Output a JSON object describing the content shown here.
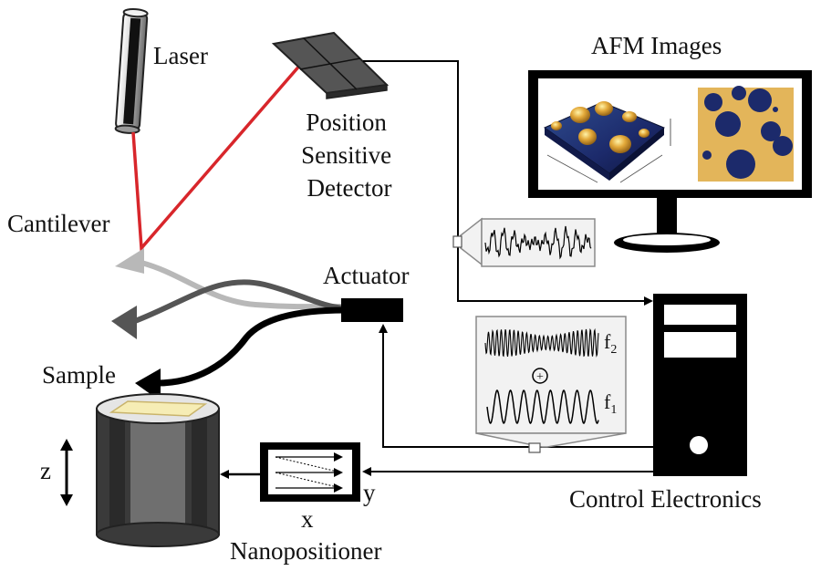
{
  "labels": {
    "laser": "Laser",
    "psd": [
      "Position",
      "Sensitive",
      "Detector"
    ],
    "afm_images": "AFM Images",
    "cantilever": "Cantilever",
    "actuator": "Actuator",
    "sample": "Sample",
    "z_axis": "z",
    "x_axis": "x",
    "y_axis": "y",
    "nanopositioner": "Nanopositioner",
    "control_electronics": "Control Electronics",
    "f2": "f",
    "f2_sub": "2",
    "f1": "f",
    "f1_sub": "1",
    "mix_symbol": "+"
  },
  "colors": {
    "laser_beam": "#d8262b",
    "line": "#000000",
    "surface_blue": "#1c2a6b",
    "surface_gold": "#e3b55a",
    "sample_top": "#f6edb5",
    "cylinder_dark": "#3a3a3a",
    "cylinder_mid": "#6f6f6f",
    "panel_fill": "#f2f2f2",
    "panel_edge": "#8a8a8a"
  }
}
